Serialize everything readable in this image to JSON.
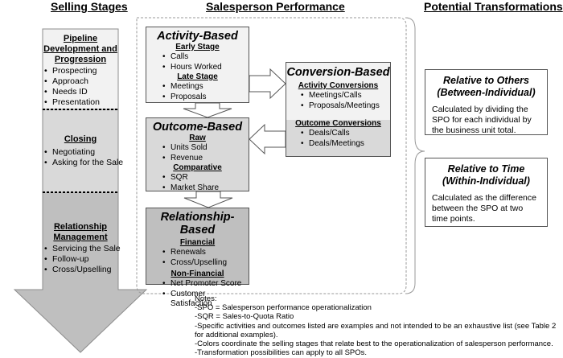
{
  "headers": {
    "selling_stages": "Selling Stages",
    "salesperson_performance": "Salesperson Performance",
    "potential_transformations": "Potential Transformations"
  },
  "selling_stages": [
    {
      "title": "Pipeline Development and Progression",
      "items": [
        "Prospecting",
        "Approach",
        "Needs ID",
        "Presentation"
      ]
    },
    {
      "title": "Closing",
      "items": [
        "Negotiating",
        "Asking for the Sale"
      ]
    },
    {
      "title": "Relationship Management",
      "items": [
        "Servicing the Sale",
        "Follow-up",
        "Cross/Upselling"
      ]
    }
  ],
  "activity_based": {
    "title": "Activity-Based",
    "groups": [
      {
        "label": "Early Stage",
        "items": [
          "Calls",
          "Hours Worked"
        ]
      },
      {
        "label": "Late Stage",
        "items": [
          "Meetings",
          "Proposals"
        ]
      }
    ]
  },
  "outcome_based": {
    "title": "Outcome-Based",
    "groups": [
      {
        "label": "Raw",
        "items": [
          "Units Sold",
          "Revenue"
        ]
      },
      {
        "label": "Comparative",
        "items": [
          "SQR",
          "Market Share"
        ]
      }
    ]
  },
  "relationship_based": {
    "title": "Relationship-Based",
    "groups": [
      {
        "label": "Financial",
        "items": [
          "Renewals",
          "Cross/Upselling"
        ]
      },
      {
        "label": "Non-Financial",
        "items": [
          "Net Promoter Score",
          "Customer Satisfaction"
        ]
      }
    ]
  },
  "conversion_based": {
    "title": "Conversion-Based",
    "groups": [
      {
        "label": "Activity Conversions",
        "items": [
          "Meetings/Calls",
          "Proposals/Meetings"
        ]
      },
      {
        "label": "Outcome Conversions",
        "items": [
          "Deals/Calls",
          "Deals/Meetings"
        ]
      }
    ]
  },
  "transformations": [
    {
      "title_line1": "Relative to Others",
      "title_line2": "(Between-Individual)",
      "description": "Calculated by dividing the SPO for each individual by the business unit total."
    },
    {
      "title_line1": "Relative to Time",
      "title_line2": "(Within-Individual)",
      "description": "Calculated as the difference between the SPO at two time points."
    }
  ],
  "notes": {
    "heading": "Notes:",
    "lines": [
      "-SPO = Salesperson performance operationalization",
      "-SQR = Sales-to-Quota Ratio",
      "-Specific activities and outcomes listed are examples and not intended to be an exhaustive list (see Table 2",
      "for additional examples).",
      "-Colors coordinate the selling stages that relate best to the operationalization of salesperson performance.",
      "-Transformation possibilities can apply to all SPOs."
    ]
  },
  "colors": {
    "stage_pipeline": "#f2f2f2",
    "stage_closing": "#d9d9d9",
    "stage_relationship": "#bfbfbf",
    "border": "#555555"
  }
}
